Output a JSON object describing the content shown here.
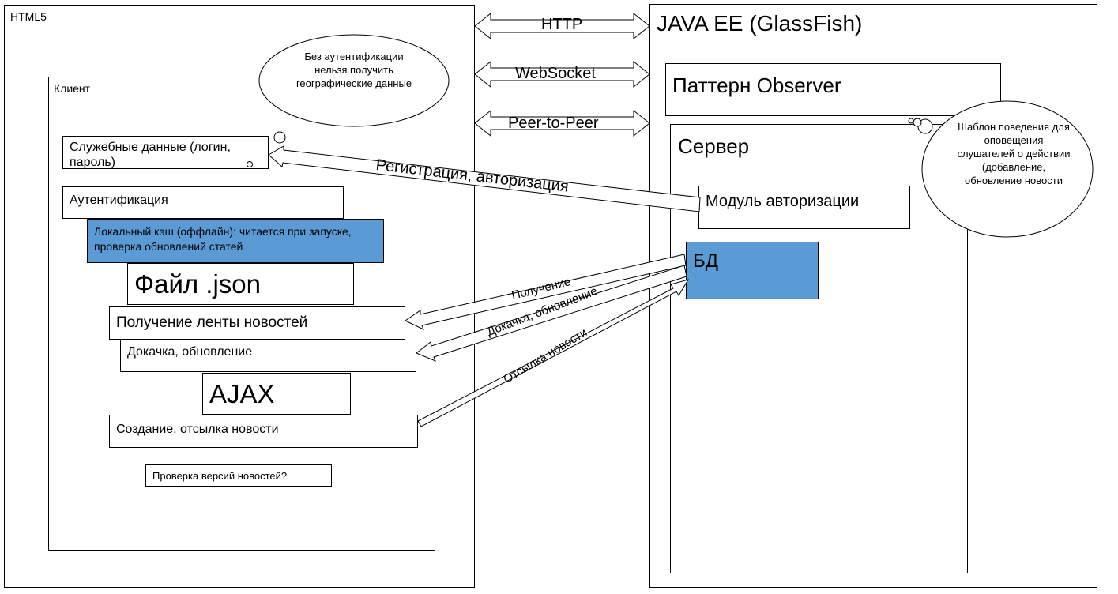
{
  "html5": {
    "title": "HTML5"
  },
  "client": {
    "title": "Клиент",
    "service_data": "Служебные данные (логин, пароль)",
    "auth": "Аутентификация",
    "local_cache": "Локальный кэш (оффлайн): читается при запуске, проверка обновлений статей",
    "json_file": "Файл .json",
    "get_feed": "Получение ленты новостей",
    "download_update": "Докачка, обновление",
    "ajax": "AJAX",
    "create_send": "Создание, отсылка новости",
    "version_check": "Проверка версий новостей?"
  },
  "cloud_left": "Без аутентификации нельзя получить географические данные",
  "protocols": [
    "HTTP",
    "WebSocket",
    "Peer-to-Peer"
  ],
  "java": {
    "title": "JAVA EE (GlassFish)",
    "observer": "Паттерн Observer",
    "server": "Сервер",
    "auth_module": "Модуль авторизации",
    "db": "БД"
  },
  "cloud_right": "Шаблон поведения для оповещения слушателей о действии (добавление, обновление новости",
  "arrows": {
    "registration": "Регистрация, авторизация",
    "receive": "Получение",
    "download_update": "Докачка, обновление",
    "send_news": "Отсылка новости"
  },
  "colors": {
    "accent": "#5b9bd5",
    "line": "#000000",
    "background": "#ffffff"
  }
}
